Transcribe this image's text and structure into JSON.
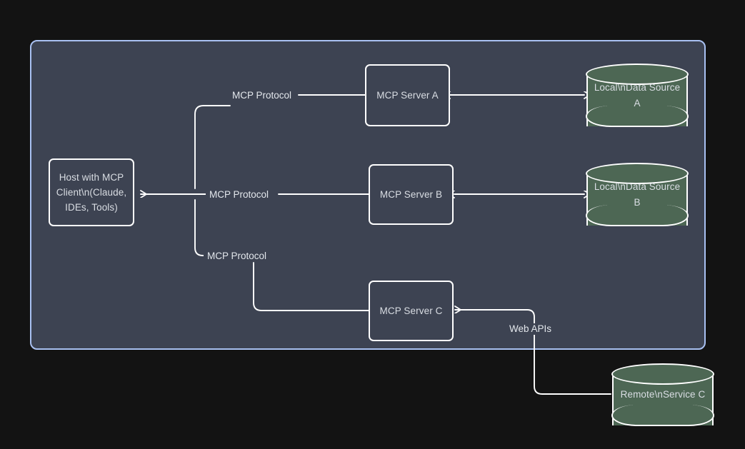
{
  "diagram": {
    "title": "MCP Architecture",
    "colors": {
      "canvas_background": "#131313",
      "panel_background": "#3d4352",
      "panel_border": "#a9c1f2",
      "node_border": "#ffffff",
      "node_text": "#d9dde3",
      "database_fill": "#4d6754",
      "edge_stroke": "#ffffff"
    },
    "host": {
      "label": "Host with MCP Client\\n(Claude, IDEs, Tools)"
    },
    "servers": [
      {
        "id": "server-a",
        "label": "MCP Server A"
      },
      {
        "id": "server-b",
        "label": "MCP Server B"
      },
      {
        "id": "server-c",
        "label": "MCP Server C"
      }
    ],
    "datastores": [
      {
        "id": "data-source-a",
        "label": "Local\\nData Source A",
        "kind": "database"
      },
      {
        "id": "data-source-b",
        "label": "Local\\nData Source B",
        "kind": "database"
      },
      {
        "id": "remote-service-c",
        "label": "Remote\\nService C",
        "kind": "database"
      }
    ],
    "edge_labels": {
      "protocol_a": "MCP Protocol",
      "protocol_b": "MCP Protocol",
      "protocol_c": "MCP Protocol",
      "web_apis": "Web APIs"
    }
  }
}
